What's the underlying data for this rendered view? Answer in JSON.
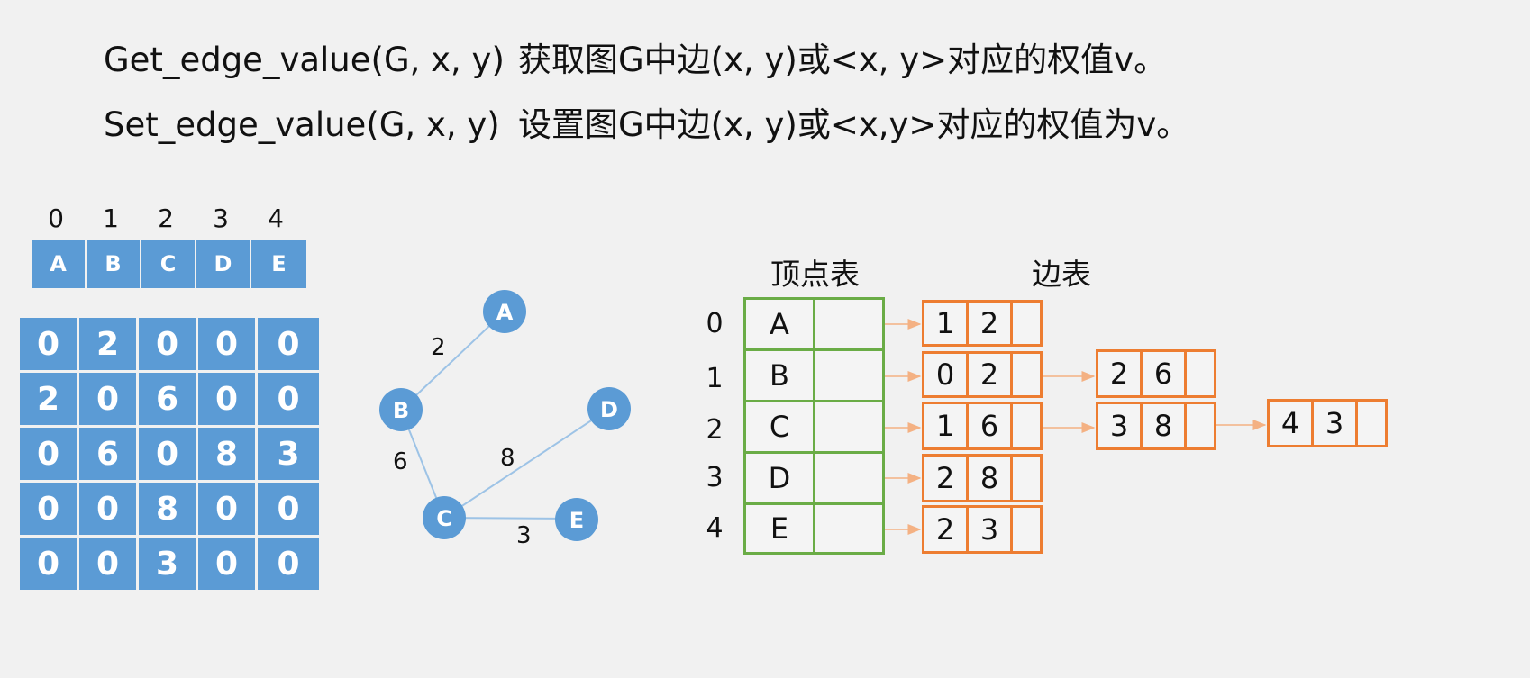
{
  "text_lines": [
    {
      "fn": "Get_edge_value(G, x, y)",
      "desc": "获取图G中边(x, y)或<x, y>对应的权值v。"
    },
    {
      "fn": "Set_edge_value(G, x, y)",
      "desc": "设置图G中边(x, y)或<x,y>对应的权值为v。"
    }
  ],
  "vertex_indices": [
    "0",
    "1",
    "2",
    "3",
    "4"
  ],
  "vertices": [
    "A",
    "B",
    "C",
    "D",
    "E"
  ],
  "matrix": [
    [
      "0",
      "2",
      "0",
      "0",
      "0"
    ],
    [
      "2",
      "0",
      "6",
      "0",
      "0"
    ],
    [
      "0",
      "6",
      "0",
      "8",
      "3"
    ],
    [
      "0",
      "0",
      "8",
      "0",
      "0"
    ],
    [
      "0",
      "0",
      "3",
      "0",
      "0"
    ]
  ],
  "graph": {
    "nodes": [
      "A",
      "B",
      "C",
      "D",
      "E"
    ],
    "edges": [
      {
        "from": "A",
        "to": "B",
        "weight": "2"
      },
      {
        "from": "B",
        "to": "C",
        "weight": "6"
      },
      {
        "from": "C",
        "to": "D",
        "weight": "8"
      },
      {
        "from": "C",
        "to": "E",
        "weight": "3"
      }
    ]
  },
  "adjacency_list": {
    "vertex_table_label": "顶点表",
    "edge_table_label": "边表",
    "rows": [
      {
        "index": "0",
        "vertex": "A",
        "edges": [
          [
            "1",
            "2"
          ]
        ]
      },
      {
        "index": "1",
        "vertex": "B",
        "edges": [
          [
            "0",
            "2"
          ],
          [
            "2",
            "6"
          ]
        ]
      },
      {
        "index": "2",
        "vertex": "C",
        "edges": [
          [
            "1",
            "6"
          ],
          [
            "3",
            "8"
          ],
          [
            "4",
            "3"
          ]
        ]
      },
      {
        "index": "3",
        "vertex": "D",
        "edges": [
          [
            "2",
            "8"
          ]
        ]
      },
      {
        "index": "4",
        "vertex": "E",
        "edges": [
          [
            "2",
            "3"
          ]
        ]
      }
    ]
  },
  "colors": {
    "node_fill": "#5b9bd5",
    "vertex_table_border": "#6aac46",
    "edge_node_border": "#ed7d31",
    "graph_edge": "#9dc3e6",
    "arrow": "#f4b183"
  }
}
